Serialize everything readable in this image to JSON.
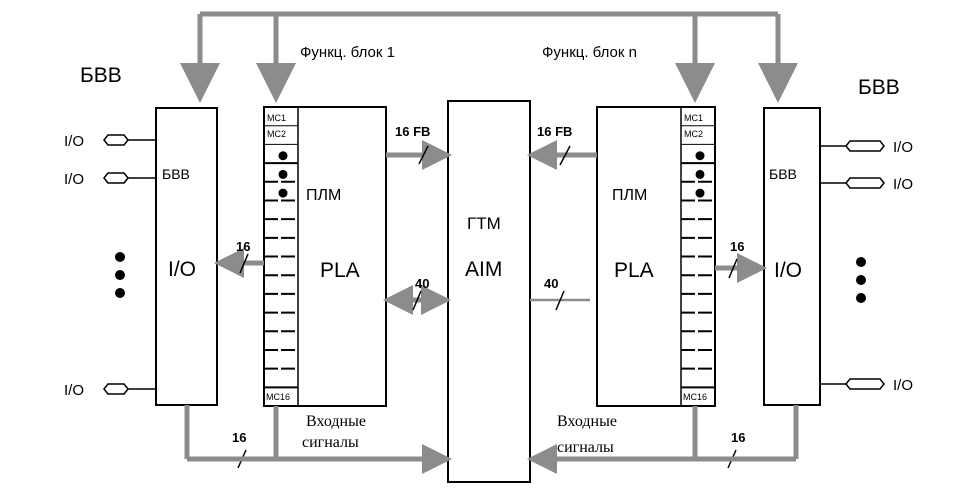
{
  "left_side": {
    "bvv_title": "БВВ",
    "io_pins": [
      "I/O",
      "I/O",
      "I/O"
    ],
    "block_label_bvv": "БВВ",
    "block_label_io": "I/O",
    "io_bus_width": "16",
    "bottom_bus_width": "16"
  },
  "left_fb": {
    "title": "Функц. блок 1",
    "mc_top": [
      "MC1",
      "MC2"
    ],
    "mc_bottom": "MC16",
    "plm_label": "ПЛМ",
    "pla_label": "PLA",
    "fb_bus_width": "16 FB",
    "aim_bus_width": "40",
    "inputs_label_line1": "Входные",
    "inputs_label_line2": "сигналы"
  },
  "center": {
    "gtm_label": "ГТМ",
    "aim_label": "AIM"
  },
  "right_fb": {
    "title": "Функц. блок n",
    "mc_top": [
      "MC1",
      "MC2"
    ],
    "mc_bottom": "MC16",
    "plm_label": "ПЛМ",
    "pla_label": "PLA",
    "fb_bus_width": "16 FB",
    "aim_bus_width": "40",
    "inputs_label_line1": "Входные",
    "inputs_label_line2": "сигналы"
  },
  "right_side": {
    "bvv_title": "БВВ",
    "io_pins": [
      "I/O",
      "I/O",
      "I/O"
    ],
    "block_label_bvv": "БВВ",
    "block_label_io": "I/O",
    "io_bus_width": "16",
    "bottom_bus_width": "16"
  },
  "colors": {
    "bus": "#8c8c8c",
    "line": "#000000",
    "background": "#ffffff"
  }
}
